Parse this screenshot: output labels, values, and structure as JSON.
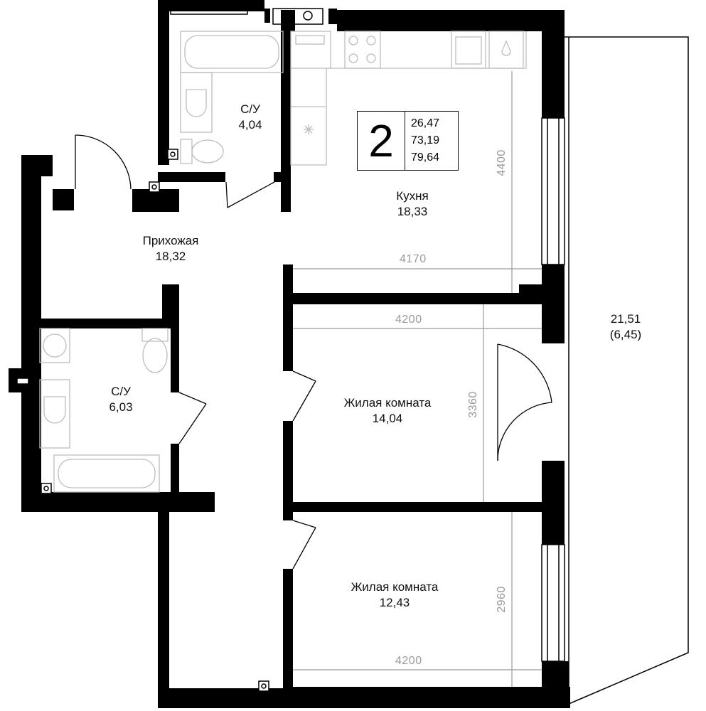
{
  "apartment": {
    "rooms_count": "2",
    "areas": [
      "26,47",
      "73,19",
      "79,64"
    ]
  },
  "rooms": {
    "bathroom_top": {
      "name": "С/У",
      "area": "4,04"
    },
    "kitchen": {
      "name": "Кухня",
      "area": "18,33"
    },
    "hallway": {
      "name": "Прихожая",
      "area": "18,32"
    },
    "bathroom_left": {
      "name": "С/У",
      "area": "6,03"
    },
    "living_room_1": {
      "name": "Жилая комната",
      "area": "14,04"
    },
    "living_room_2": {
      "name": "Жилая комната",
      "area": "12,43"
    },
    "balcony": {
      "area": "21,51",
      "reduced_area": "(6,45)"
    }
  },
  "dimensions": {
    "kitchen_width": "4170",
    "kitchen_height": "4400",
    "room1_width": "4200",
    "room1_height": "3360",
    "room2_width": "4200",
    "room2_height": "2960"
  },
  "colors": {
    "wall": "#000000",
    "fixture": "#bdbdbd",
    "dimension": "#9a9a9a"
  }
}
